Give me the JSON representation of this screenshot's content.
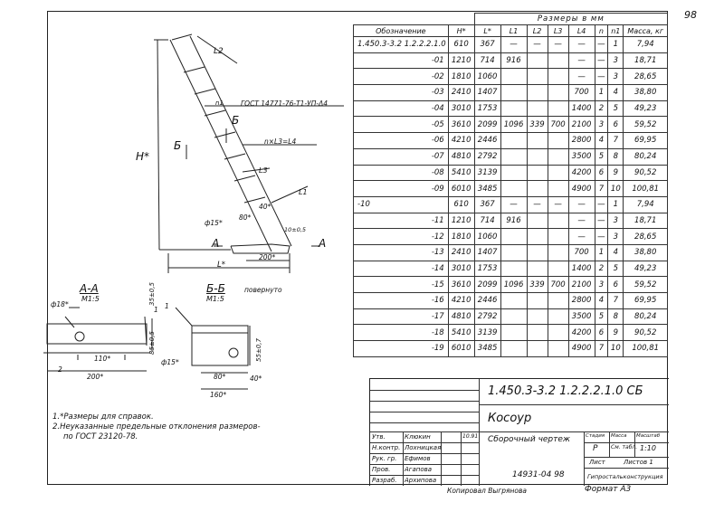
{
  "page_number": "98",
  "spec_table": {
    "header": "Размеры в мм",
    "columns": [
      "Обозначение",
      "H*",
      "L*",
      "L1",
      "L2",
      "L3",
      "L4",
      "n",
      "n1",
      "Масса, кг"
    ],
    "rows": [
      [
        "1.450.3-3.2 1.2.2.2.1.0",
        "610",
        "367",
        "—",
        "—",
        "—",
        "—",
        "—",
        "1",
        "7,94"
      ],
      [
        "-01",
        "1210",
        "714",
        "916",
        "",
        "",
        "—",
        "—",
        "3",
        "18,71"
      ],
      [
        "-02",
        "1810",
        "1060",
        "",
        "",
        "",
        "—",
        "—",
        "3",
        "28,65"
      ],
      [
        "-03",
        "2410",
        "1407",
        "",
        "",
        "",
        "700",
        "1",
        "4",
        "38,80"
      ],
      [
        "-04",
        "3010",
        "1753",
        "",
        "",
        "",
        "1400",
        "2",
        "5",
        "49,23"
      ],
      [
        "-05",
        "3610",
        "2099",
        "1096",
        "339",
        "700",
        "2100",
        "3",
        "6",
        "59,52"
      ],
      [
        "-06",
        "4210",
        "2446",
        "",
        "",
        "",
        "2800",
        "4",
        "7",
        "69,95"
      ],
      [
        "-07",
        "4810",
        "2792",
        "",
        "",
        "",
        "3500",
        "5",
        "8",
        "80,24"
      ],
      [
        "-08",
        "5410",
        "3139",
        "",
        "",
        "",
        "4200",
        "6",
        "9",
        "90,52"
      ],
      [
        "-09",
        "6010",
        "3485",
        "",
        "",
        "",
        "4900",
        "7",
        "10",
        "100,81"
      ],
      [
        "-10",
        "610",
        "367",
        "—",
        "—",
        "—",
        "—",
        "—",
        "1",
        "7,94"
      ],
      [
        "-11",
        "1210",
        "714",
        "916",
        "",
        "",
        "—",
        "—",
        "3",
        "18,71"
      ],
      [
        "-12",
        "1810",
        "1060",
        "",
        "",
        "",
        "—",
        "—",
        "3",
        "28,65"
      ],
      [
        "-13",
        "2410",
        "1407",
        "",
        "",
        "",
        "700",
        "1",
        "4",
        "38,80"
      ],
      [
        "-14",
        "3010",
        "1753",
        "",
        "",
        "",
        "1400",
        "2",
        "5",
        "49,23"
      ],
      [
        "-15",
        "3610",
        "2099",
        "1096",
        "339",
        "700",
        "2100",
        "3",
        "6",
        "59,52"
      ],
      [
        "-16",
        "4210",
        "2446",
        "",
        "",
        "",
        "2800",
        "4",
        "7",
        "69,95"
      ],
      [
        "-17",
        "4810",
        "2792",
        "",
        "",
        "",
        "3500",
        "5",
        "8",
        "80,24"
      ],
      [
        "-18",
        "5410",
        "3139",
        "",
        "",
        "",
        "4200",
        "6",
        "9",
        "90,52"
      ],
      [
        "-19",
        "6010",
        "3485",
        "",
        "",
        "",
        "4900",
        "7",
        "10",
        "100,81"
      ]
    ]
  },
  "drawing": {
    "gost_callout": "ГОСТ 14771-76-Т1-УП-Δ4",
    "step_formula": "n×L3=L4",
    "labels": [
      "L2",
      "n1",
      "Б",
      "Б",
      "H*",
      "L3",
      "L1",
      "40*",
      "80*",
      "ф15*",
      "10±0,5",
      "А",
      "А",
      "200*",
      "L*"
    ],
    "section_aa": {
      "title": "А-А",
      "scale": "М1:5",
      "dims": [
        "ф18*",
        "35±0,5",
        "85±0,5",
        "110*",
        "200*"
      ],
      "callouts": [
        "1",
        "2"
      ]
    },
    "section_bb": {
      "title": "Б-Б",
      "scale": "М1:5",
      "note": "повернуто",
      "dims": [
        "ф15*",
        "55±0,7",
        "80*",
        "40*",
        "160*"
      ],
      "callouts": [
        "1"
      ]
    }
  },
  "notes": [
    "1.*Размеры для справок.",
    "2.Неуказанные предельные отклонения размеров-",
    "по ГОСТ 23120-78."
  ],
  "title_block": {
    "designation": "1.450.3-3.2 1.2.2.2.1.0 СБ",
    "name": "Косоур",
    "doc_type": "Сборочный чертеж",
    "stage_label": "Стадия",
    "mass_label": "Масса",
    "scale_label": "Масштаб",
    "stage": "Р",
    "mass": "См. табл.",
    "scale": "1:10",
    "sheet": "Лист",
    "sheets": "Листов 1",
    "org": "Гипростальконструкция",
    "signatures": [
      {
        "role": "Утв.",
        "name": "Клюкин"
      },
      {
        "role": "Н.контр.",
        "name": "Лохницкая"
      },
      {
        "role": "Рук. гр.",
        "name": "Ефимов"
      },
      {
        "role": "Пров.",
        "name": "Агапова"
      },
      {
        "role": "Разраб.",
        "name": "Архипова"
      }
    ],
    "date": "10.91"
  },
  "footer": {
    "inv": "14931-04 98",
    "copied": "Копировал Выгрянова",
    "format": "Формат А3"
  }
}
